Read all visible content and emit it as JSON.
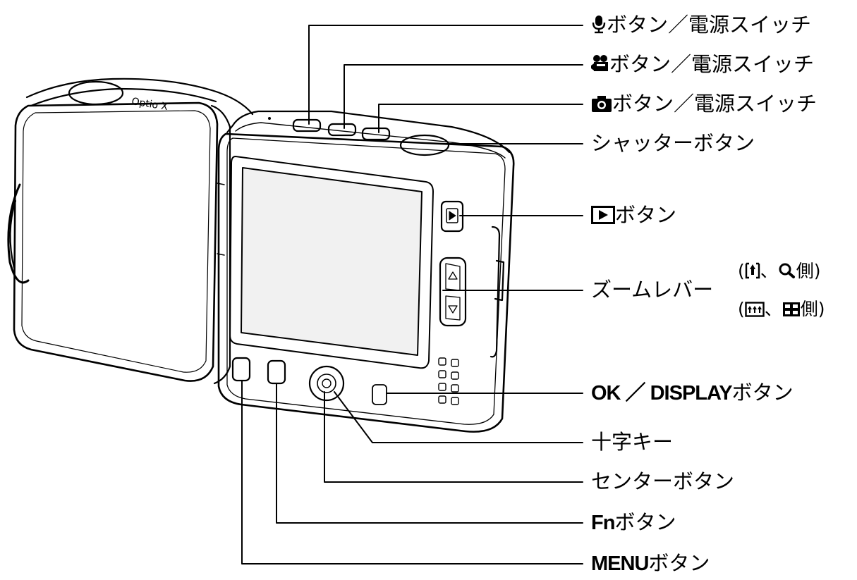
{
  "labels": {
    "mic_button": "ボタン／電源スイッチ",
    "movie_button": "ボタン／電源スイッチ",
    "camera_button": "ボタン／電源スイッチ",
    "shutter_button": "シャッターボタン",
    "play_button": "ボタン",
    "zoom_lever": "ズームレバー",
    "zoom_tele_note_open": "(",
    "zoom_tele_note_sep": "、",
    "zoom_tele_note_close": "側)",
    "zoom_wide_note_open": "(",
    "zoom_wide_note_sep": "、",
    "zoom_wide_note_close": "側)",
    "ok_display_prefix": "OK ／ DISPLAY",
    "ok_display_suffix": "ボタン",
    "cross_key": "十字キー",
    "center_button": "センターボタン",
    "fn_prefix": "Fn",
    "fn_suffix": "ボタン",
    "menu_prefix": "MENU",
    "menu_suffix": "ボタン"
  },
  "camera": {
    "brand_text": "Optio X"
  },
  "colors": {
    "line": "#000000",
    "body_fill": "#ffffff",
    "screen_fill": "#f1f1f1"
  }
}
